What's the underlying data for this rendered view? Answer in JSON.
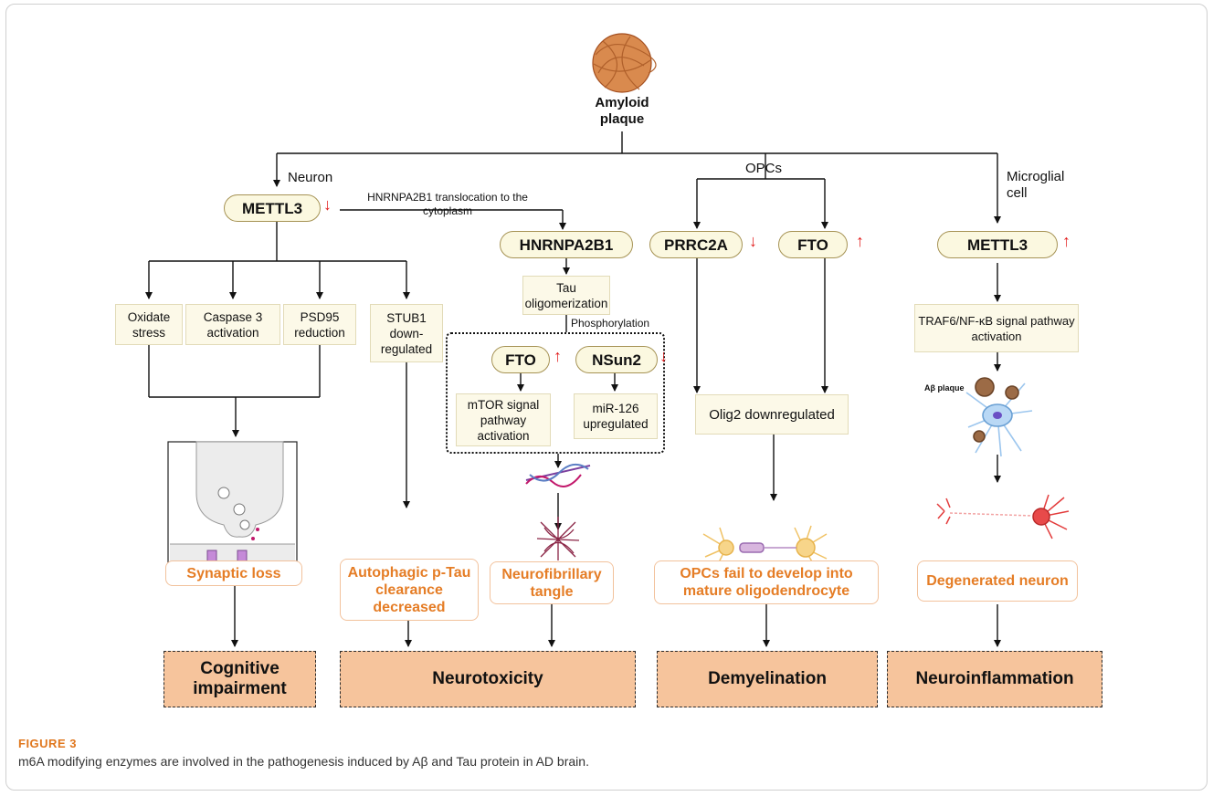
{
  "top": {
    "label": "Amyloid plaque"
  },
  "branches": {
    "neuron": "Neuron",
    "opcs": "OPCs",
    "microglia": "Microglial cell"
  },
  "nodes": {
    "mettl3_neuron": "METTL3",
    "hnrnpa2b1_note": "HNRNPA2B1 translocation to the cytoplasm",
    "hnrnpa2b1": "HNRNPA2B1",
    "tau_olig": "Tau oligomerization",
    "phosphorylation": "Phosphorylation",
    "fto_tau": "FTO",
    "nsun2": "NSun2",
    "mtor": "mTOR signal pathway activation",
    "mir126": "miR-126 upregulated",
    "oxidate": "Oxidate stress",
    "caspase": "Caspase 3 activation",
    "psd95": "PSD95 reduction",
    "stub1": "STUB1 down-regulated",
    "prrc2a": "PRRC2A",
    "fto_opc": "FTO",
    "olig2": "Olig2 downregulated",
    "mettl3_micro": "METTL3",
    "traf6": "TRAF6/NF-κB signal pathway activation",
    "abeta": "Aβ plaque"
  },
  "effects": {
    "synaptic": "Synaptic loss",
    "autophagic": "Autophagic p-Tau clearance decreased",
    "nft": "Neurofibrillary tangle",
    "opc_fail": "OPCs fail to develop into mature oligodendrocyte",
    "degenerated": "Degenerated neuron"
  },
  "outcomes": {
    "cognitive": "Cognitive impairment",
    "neurotox": "Neurotoxicity",
    "demyel": "Demyelination",
    "neuroinf": "Neuroinflammation"
  },
  "arrows": {
    "up": "↑",
    "down": "↓"
  },
  "caption": {
    "label": "FIGURE 3",
    "text": "m6A modifying enzymes are involved in the pathogenesis induced by Aβ and Tau protein in AD brain."
  },
  "colors": {
    "accent": "#e57d26",
    "outcome_fill": "#f6c49c",
    "pill_border": "#a69355",
    "arrow_red": "#e21d1d"
  }
}
